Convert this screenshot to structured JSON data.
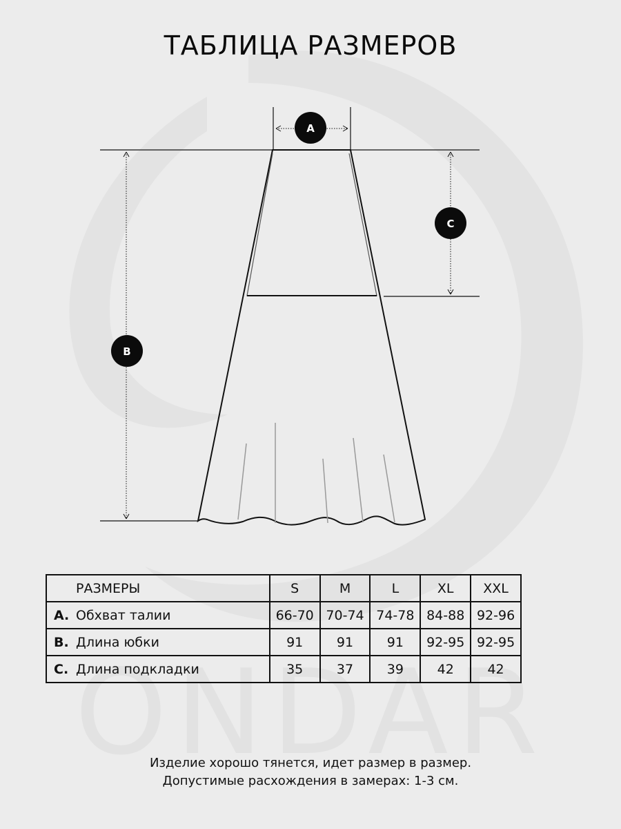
{
  "title": "ТАБЛИЦА РАЗМЕРОВ",
  "watermark": "ONDAR",
  "diagram": {
    "badges": [
      "A",
      "B",
      "C"
    ]
  },
  "table": {
    "header_label": "РАЗМЕРЫ",
    "sizes": [
      "S",
      "M",
      "L",
      "XL",
      "XXL"
    ],
    "rows": [
      {
        "letter": "A.",
        "name": "Обхват талии",
        "values": [
          "66-70",
          "70-74",
          "74-78",
          "84-88",
          "92-96"
        ]
      },
      {
        "letter": "B.",
        "name": "Длина юбки",
        "values": [
          "91",
          "91",
          "91",
          "92-95",
          "92-95"
        ]
      },
      {
        "letter": "C.",
        "name": "Длина подкладки",
        "values": [
          "35",
          "37",
          "39",
          "42",
          "42"
        ]
      }
    ]
  },
  "footer": {
    "line1": "Изделие хорошо тянется, идет размер в размер.",
    "line2": "Допустимые расхождения в замерах: 1-3 см."
  },
  "colors": {
    "background": "#ececec",
    "ink": "#111111",
    "watermark": "#e2e2e2"
  }
}
